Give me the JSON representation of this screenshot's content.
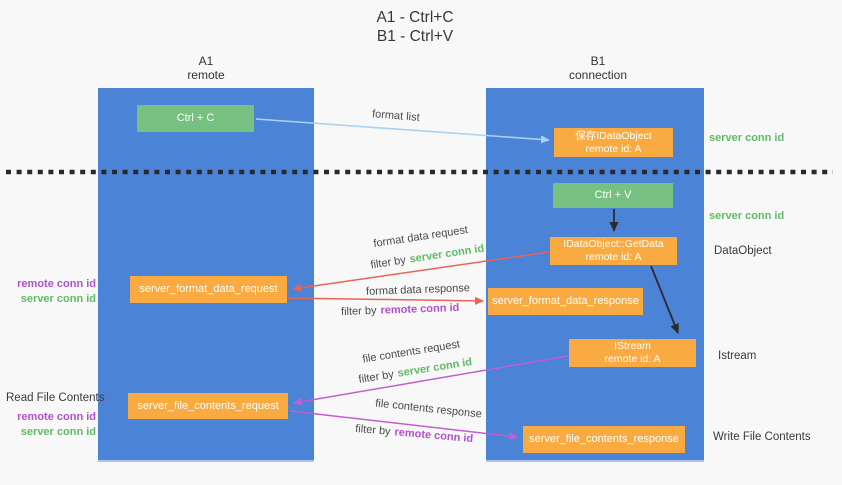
{
  "title": {
    "line1": "A1 - Ctrl+C",
    "line2": "B1 - Ctrl+V"
  },
  "columns": {
    "left": {
      "name": "A1",
      "role": "remote"
    },
    "right": {
      "name": "B1",
      "role": "connection"
    }
  },
  "nodes": {
    "ctrl_c": {
      "label": "Ctrl + C"
    },
    "save_dataobject": {
      "line1": "保存IDataObject",
      "line2": "remote id: A"
    },
    "ctrl_v": {
      "label": "Ctrl + V"
    },
    "getdata": {
      "line1": "IDataObject::GetData",
      "line2": "remote id: A"
    },
    "istream": {
      "line1": "IStream",
      "line2": "remote id: A"
    },
    "format_request": {
      "label": "server_format_data_request"
    },
    "format_response": {
      "label": "server_format_data_response"
    },
    "file_request": {
      "label": "server_file_contents_request"
    },
    "file_response": {
      "label": "server_file_contents_response"
    }
  },
  "flow_labels": {
    "format_list": "format list",
    "format_data_request": "format data request",
    "format_data_request_filter_prefix": "filter by",
    "format_data_request_filter_key": "server conn id",
    "format_data_response": "format data response",
    "format_data_response_filter_prefix": "filter by",
    "format_data_response_filter_key": "remote conn id",
    "file_contents_request": "file contents request",
    "file_contents_request_filter_prefix": "filter by",
    "file_contents_request_filter_key": "server conn id",
    "file_contents_response": "file contents response",
    "file_contents_response_filter_prefix": "filter by",
    "file_contents_response_filter_key": "remote conn id"
  },
  "side_labels": {
    "server_conn_id_top": "server conn id",
    "server_conn_id_mid": "server conn id",
    "dataobject": "DataObject",
    "istream": "Istream",
    "write_file_contents": "Write File Contents",
    "read_file_contents": "Read File Contents",
    "left_remote_conn_id_1": "remote conn id",
    "left_server_conn_id_1": "server conn id",
    "left_remote_conn_id_2": "remote conn id",
    "left_server_conn_id_2": "server conn id"
  },
  "colors": {
    "column_blue": "#4b83d7",
    "box_green": "#76c181",
    "box_orange": "#f9ab42",
    "arrow_lightblue": "#a9d3f0",
    "arrow_red": "#e86458",
    "arrow_purple": "#c25ecf",
    "text_green": "#5fbb66",
    "text_purple": "#b052cc"
  }
}
